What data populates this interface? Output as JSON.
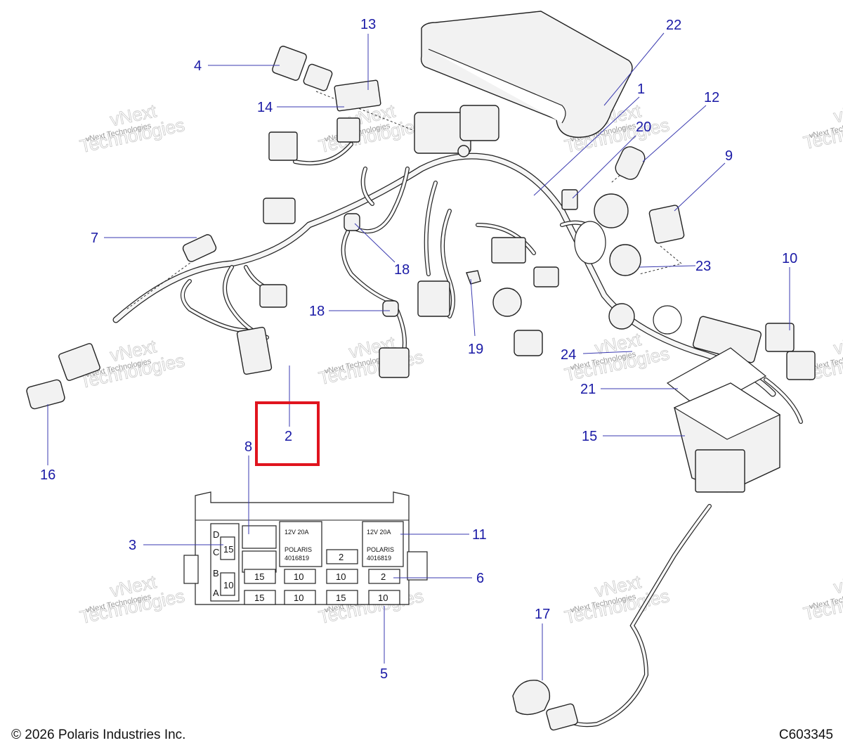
{
  "callouts": {
    "c1": "1",
    "c2": "2",
    "c3": "3",
    "c4": "4",
    "c5": "5",
    "c6": "6",
    "c7": "7",
    "c8": "8",
    "c9": "9",
    "c10": "10",
    "c11": "11",
    "c12": "12",
    "c13": "13",
    "c14": "14",
    "c15": "15",
    "c16": "16",
    "c17": "17",
    "c18a": "18",
    "c18b": "18",
    "c19": "19",
    "c20": "20",
    "c21": "21",
    "c22": "22",
    "c23": "23",
    "c24": "24"
  },
  "fuse_box": {
    "rows": [
      "D",
      "C",
      "B",
      "A"
    ],
    "fuses": {
      "d15": "15",
      "b10": "10",
      "b15": "15",
      "b10b": "10",
      "b10c": "10",
      "b2": "2",
      "a15": "15",
      "a10": "10",
      "a15b": "15",
      "a10b": "10",
      "top2": "2"
    },
    "relay_rating": "12V 20A",
    "relay_brand": "POLARIS",
    "relay_part": "4016819"
  },
  "watermark": {
    "line1": "vNext",
    "line2": "Technologies",
    "small": "vNext Technologies"
  },
  "footer": {
    "copyright": "© 2026 Polaris Industries Inc.",
    "code": "C603345"
  },
  "colors": {
    "callout": "#1a1aa6",
    "highlight": "#e0141e"
  }
}
